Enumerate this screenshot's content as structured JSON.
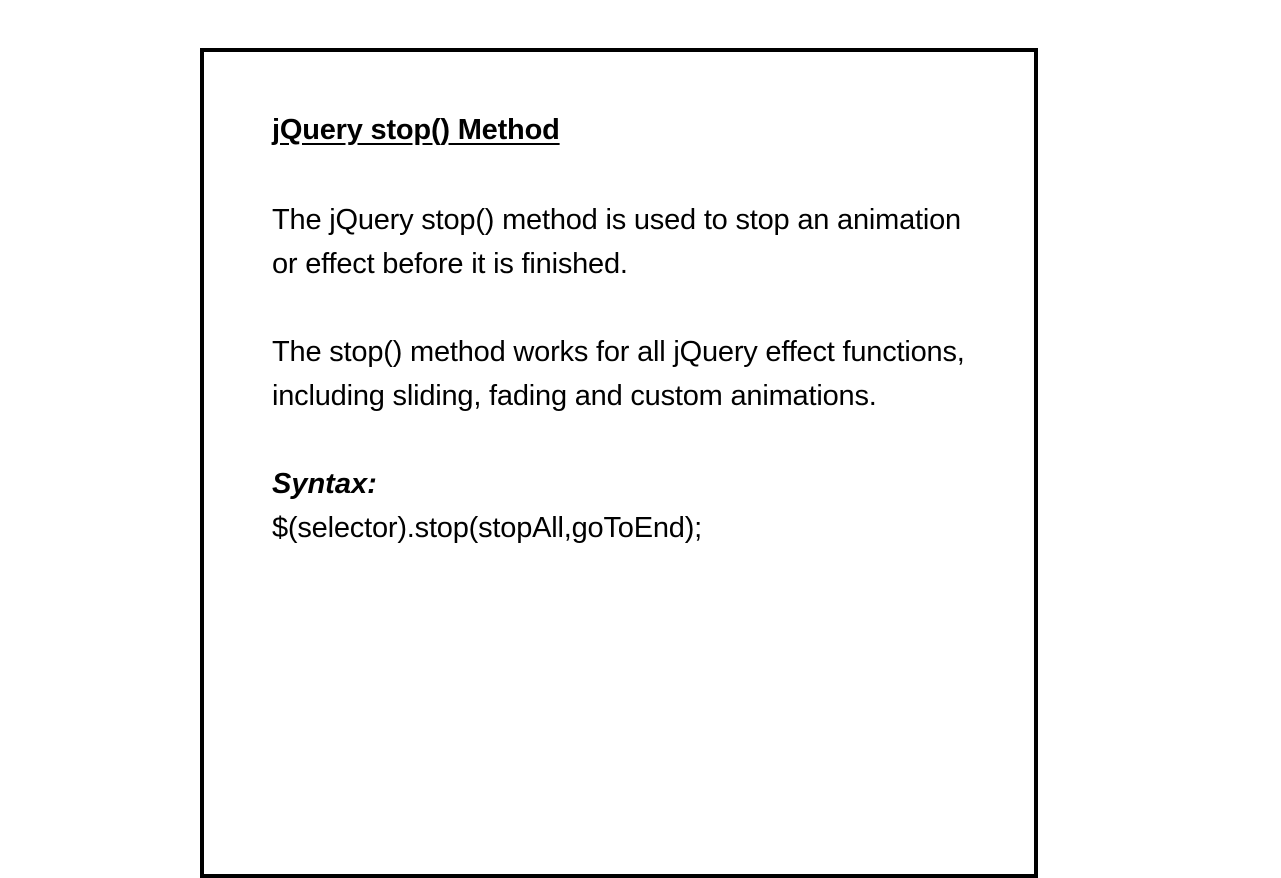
{
  "document": {
    "title": "jQuery stop() Method",
    "paragraph_1": "The jQuery stop() method is used to stop an animation or effect before it is finished.",
    "paragraph_2": "The stop() method works for all jQuery effect functions, including sliding, fading and custom animations.",
    "syntax_label": "Syntax:",
    "syntax_code": "$(selector).stop(stopAll,goToEnd);"
  }
}
